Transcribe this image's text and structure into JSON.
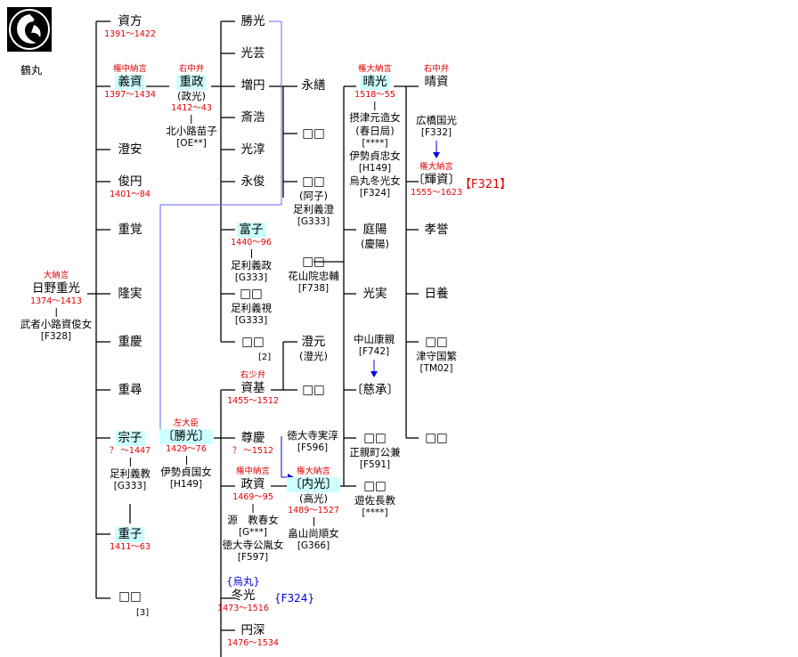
{
  "crest": {
    "label": "鶴丸"
  },
  "nodes": {
    "shigemitsu": {
      "title": "大納言",
      "name": "日野重光",
      "years": "1374～1413",
      "spouse": "武者小路資俊女",
      "source": "[F328]"
    },
    "sukekata": {
      "name": "資方",
      "years": "1391～1422"
    },
    "yoshisuke": {
      "title": "権中納言",
      "name": "義資",
      "years": "1397～1434"
    },
    "choan": {
      "name": "澄安"
    },
    "shunen": {
      "name": "俊円",
      "years": "1401～84"
    },
    "chokaku": {
      "name": "重覚"
    },
    "ryujitsu": {
      "name": "隆実"
    },
    "jukei": {
      "name": "重慶"
    },
    "juson": {
      "name": "重尋"
    },
    "muneko": {
      "name": "宗子",
      "years": "？ ～1447",
      "spouse": "足利義教",
      "source": "[G333]"
    },
    "shigeko": {
      "name": "重子",
      "years": "1411～63"
    },
    "unk3": {
      "name": "□□",
      "note": "[3]"
    },
    "shigemasa": {
      "title": "右中弁",
      "name": "重政",
      "alias": "(政光)",
      "years": "1412～43",
      "spouse": "北小路苗子",
      "source": "[OE**]"
    },
    "katsumitsu_l": {
      "title": "左大臣",
      "name": "〔勝光〕",
      "years": "1429～76",
      "spouse": "伊勢貞国女",
      "source": "[H149]"
    },
    "shoko": {
      "name": "勝光"
    },
    "kogei": {
      "name": "光芸"
    },
    "zoen": {
      "name": "増円"
    },
    "saiko": {
      "name": "斎浩"
    },
    "kojun": {
      "name": "光淳"
    },
    "eishun": {
      "name": "永俊"
    },
    "tomiko": {
      "name": "富子",
      "years": "1440～96",
      "spouse": "足利義政",
      "source": "[G333]"
    },
    "unk_yoshimi": {
      "name": "□□",
      "spouse": "足利義視",
      "source": "[G333]"
    },
    "unk2": {
      "name": "□□",
      "note": "[2]"
    },
    "eizen": {
      "name": "永繕"
    },
    "unk_a": {
      "name": "□□"
    },
    "unk_ako": {
      "name": "□□",
      "alias": "(阿子)",
      "spouse": "足利義澄",
      "source": "[G333]"
    },
    "unk_kazan": {
      "name": "□□",
      "spouse": "花山院忠輔",
      "source": "[F738]"
    },
    "sukemoto": {
      "title": "右少弁",
      "name": "資基",
      "years": "1455～1512"
    },
    "choen": {
      "name": "澄元",
      "alias": "(澄光)"
    },
    "unk_b": {
      "name": "□□"
    },
    "soukei": {
      "name": "尊慶",
      "years": "？ ～1512"
    },
    "masasuke": {
      "title": "権中納言",
      "name": "政資",
      "years": "1469～95",
      "spouse1": "源　教春女",
      "source1": "[G***]",
      "spouse2": "徳大寺公胤女",
      "source2": "[F597]"
    },
    "fuyumitsu": {
      "pre": "{烏丸}",
      "name": "冬光",
      "ref": "{F324}",
      "years": "1473～1516"
    },
    "enshin": {
      "name": "円深",
      "years": "1476～1534"
    },
    "harumitsu": {
      "title": "権大納言",
      "name": "晴光",
      "years": "1518～55",
      "spouse1": "摂津元造女",
      "alias1": "(春日局)",
      "source1": "[****]",
      "spouse2": "伊勢貞忠女",
      "source2": "[H149]",
      "spouse3": "烏丸冬光女",
      "source3": "[F324]"
    },
    "teiyo": {
      "name": "庭陽",
      "alias": "(慶陽)"
    },
    "kojitsu": {
      "name": "光実"
    },
    "nakayama": {
      "text": "中山康親",
      "source": "[F742]"
    },
    "jisho": {
      "name": "〔慈承〕"
    },
    "tokudaiji": {
      "text": "徳大寺実淳",
      "source": "[F596]"
    },
    "uchimitsu": {
      "title": "権大納言",
      "name": "〔内光〕",
      "alias": "(高光)",
      "years": "1489～1527",
      "spouse": "畠山尚順女",
      "source": "[G366]"
    },
    "unk_oogi": {
      "name": "□□",
      "spouse": "正親町公兼",
      "source": "[F591]"
    },
    "unk_yusa": {
      "name": "□□",
      "spouse": "遊佐長教",
      "source": "[****]"
    },
    "harusuke": {
      "title": "右中弁",
      "name": "晴資"
    },
    "hirohashi": {
      "text": "広橋国光",
      "source": "[F332]"
    },
    "terusuke": {
      "title": "権大納言",
      "name": "〔輝資〕",
      "ref": "【F321】",
      "years": "1555～1623"
    },
    "kosei": {
      "name": "孝誉"
    },
    "nichiyo": {
      "name": "日養"
    },
    "unk_tsumori": {
      "name": "□□",
      "spouse": "津守国繁",
      "source": "[TM02]"
    },
    "unk_last": {
      "name": "□□"
    }
  }
}
